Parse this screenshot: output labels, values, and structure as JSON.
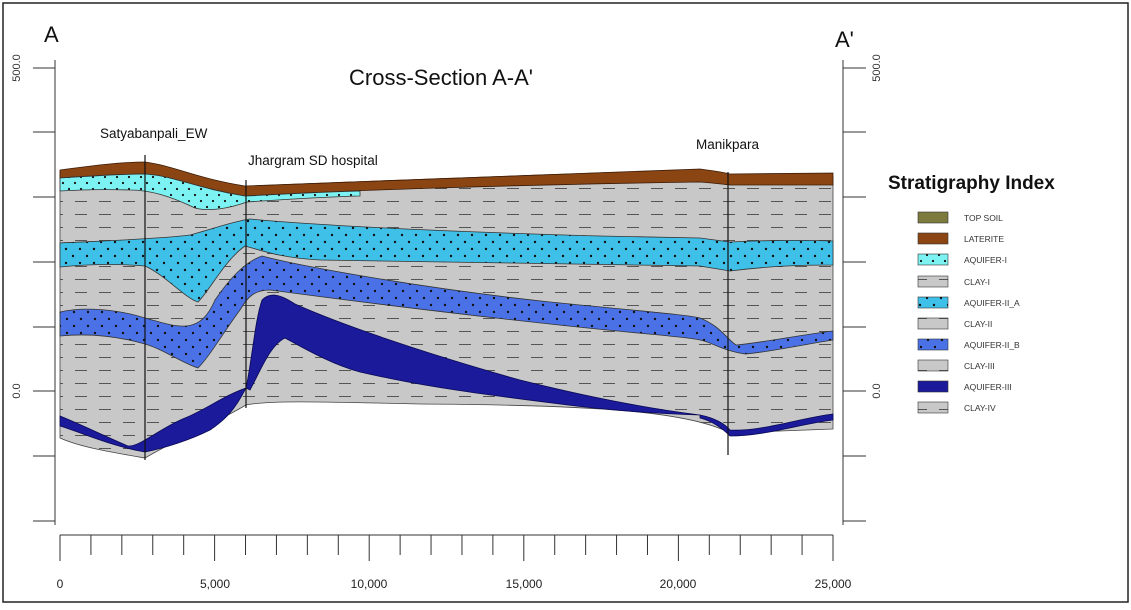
{
  "section": {
    "title": "Cross-Section A-A'",
    "left_end": "A",
    "right_end": "A'",
    "left_axis_ticks": [
      "500.0",
      "0.0"
    ],
    "right_axis_ticks": [
      "500.0",
      "0.0"
    ],
    "x_axis": {
      "ticks": [
        "0",
        "5,000",
        "10,000",
        "15,000",
        "20,000",
        "25,000"
      ],
      "range": [
        0,
        25000
      ]
    },
    "wells": [
      {
        "name": "Satyabanpali_EW",
        "distance": 2700
      },
      {
        "name": "Jhargram SD hospital",
        "distance": 6000
      },
      {
        "name": "Manikpara",
        "distance": 21600
      }
    ]
  },
  "legend": {
    "title": "Stratigraphy Index",
    "items": [
      {
        "label": "TOP SOIL",
        "color": "#7d7a3e",
        "pattern": "solid"
      },
      {
        "label": "LATERITE",
        "color": "#8b4513",
        "pattern": "solid"
      },
      {
        "label": "AQUIFER-I",
        "color": "#7cf2f2",
        "pattern": "dots"
      },
      {
        "label": "CLAY-I",
        "color": "#c8c8c8",
        "pattern": "dashes"
      },
      {
        "label": "AQUIFER-II_A",
        "color": "#3fc0e8",
        "pattern": "dots"
      },
      {
        "label": "CLAY-II",
        "color": "#c8c8c8",
        "pattern": "dashes"
      },
      {
        "label": "AQUIFER-II_B",
        "color": "#4a72e6",
        "pattern": "dots"
      },
      {
        "label": "CLAY-III",
        "color": "#c8c8c8",
        "pattern": "dashes"
      },
      {
        "label": "AQUIFER-III",
        "color": "#1a1a9a",
        "pattern": "solid"
      },
      {
        "label": "CLAY-IV",
        "color": "#c8c8c8",
        "pattern": "dashes"
      }
    ]
  }
}
